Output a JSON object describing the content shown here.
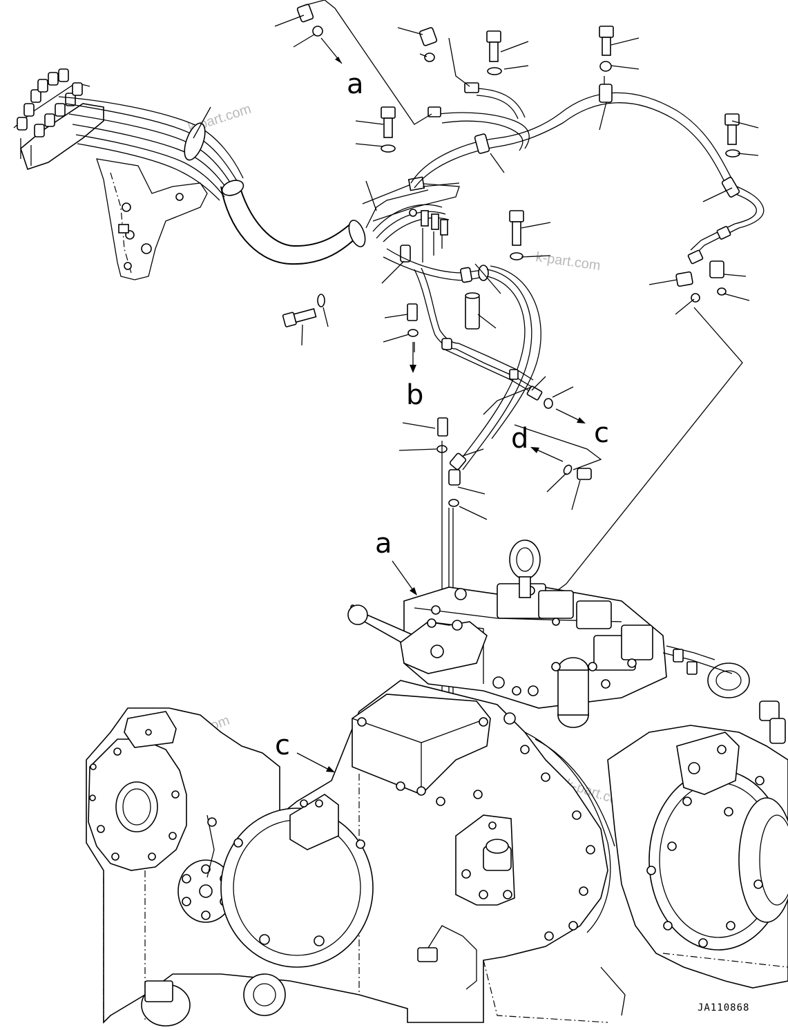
{
  "callouts": {
    "a": "a",
    "b": "b",
    "c": "c",
    "d": "d"
  },
  "drawing_code": "JA110868",
  "watermark": "k-part.com",
  "colors": {
    "line": "#000000",
    "watermark": "#b9b9b9",
    "background": "#ffffff"
  }
}
